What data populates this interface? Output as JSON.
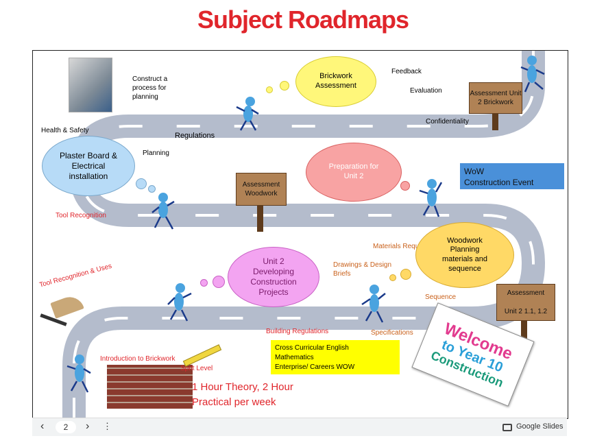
{
  "header": {
    "title": "Subject Roadmaps",
    "title_color": "#e0252b"
  },
  "slide": {
    "labels": {
      "construct_process": "Construct a process for planning",
      "health_safety": "Health & Safety",
      "regulations": "Regulations",
      "planning": "Planning",
      "feedback": "Feedback",
      "evaluation": "Evaluation",
      "confidentiality": "Confidentiality",
      "tool_recognition": "Tool Recognition",
      "tool_recognition_uses": "Tool Recognition & Uses",
      "materials_required": "Materials Required",
      "drawings_design_briefs": "Drawings & Design Briefs",
      "sequence": "Sequence",
      "building_regulations": "Building Regulations",
      "specifications": "Specifications",
      "intro_brickwork": "Introduction to Brickwork",
      "sprit_level": "Sprit Level"
    },
    "clouds": {
      "brickwork_assessment": "Brickwork Assessment",
      "plaster_board": "Plaster Board & Electrical installation",
      "preparation_unit2": "Preparation for Unit 2",
      "unit2_developing": "Unit 2 Developing Construction Projects",
      "woodwork_planning": "Woodwork Planning materials and sequence"
    },
    "signs": {
      "assessment_unit2_brickwork": "Assessment Unit 2 Brickwork",
      "assessment_woodwork": "Assessment Woodwork",
      "assessment_unit2_11_12": "Assessment\n\nUnit 2 1.1, 1.2"
    },
    "wow_box": {
      "text": "WoW\n Construction Event",
      "bg": "#4a90d9"
    },
    "cross_curricular": {
      "lines": [
        "Cross Curricular English",
        "Mathematics",
        "Enterprise/ Careers WOW"
      ],
      "bg": "#ffff00"
    },
    "hours_text": {
      "line1": "1 Hour Theory, 2 Hour",
      "line2": "Practical per week"
    },
    "welcome_sign": {
      "line1": "Welcome",
      "line2": "to Year 10",
      "line3": "Construction"
    }
  },
  "bottom_bar": {
    "prev_icon": "chevron-left",
    "page_number": "2",
    "next_icon": "chevron-right",
    "more_icon": "vertical-dots",
    "google_slides_label": "Google Slides",
    "slides_icon": "slides-icon"
  },
  "colors": {
    "road": "#b4bccc",
    "road_dash": "#ffffff",
    "figure": "#4aa3df"
  }
}
